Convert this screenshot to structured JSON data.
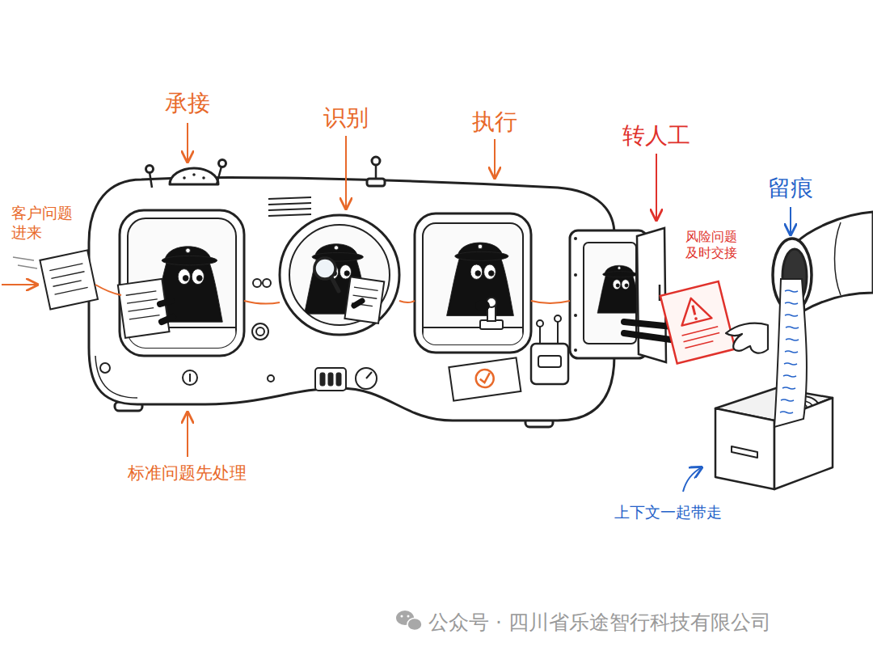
{
  "diagram": {
    "labels": [
      "承接",
      "识别",
      "执行",
      "转人工",
      "留痕",
      "客户问题 进来",
      "风险问题 及时交接",
      "标准问题先处理",
      "上下文一起带走",
      "公众号 · 四川省乐途智行科技有限公司"
    ]
  }
}
